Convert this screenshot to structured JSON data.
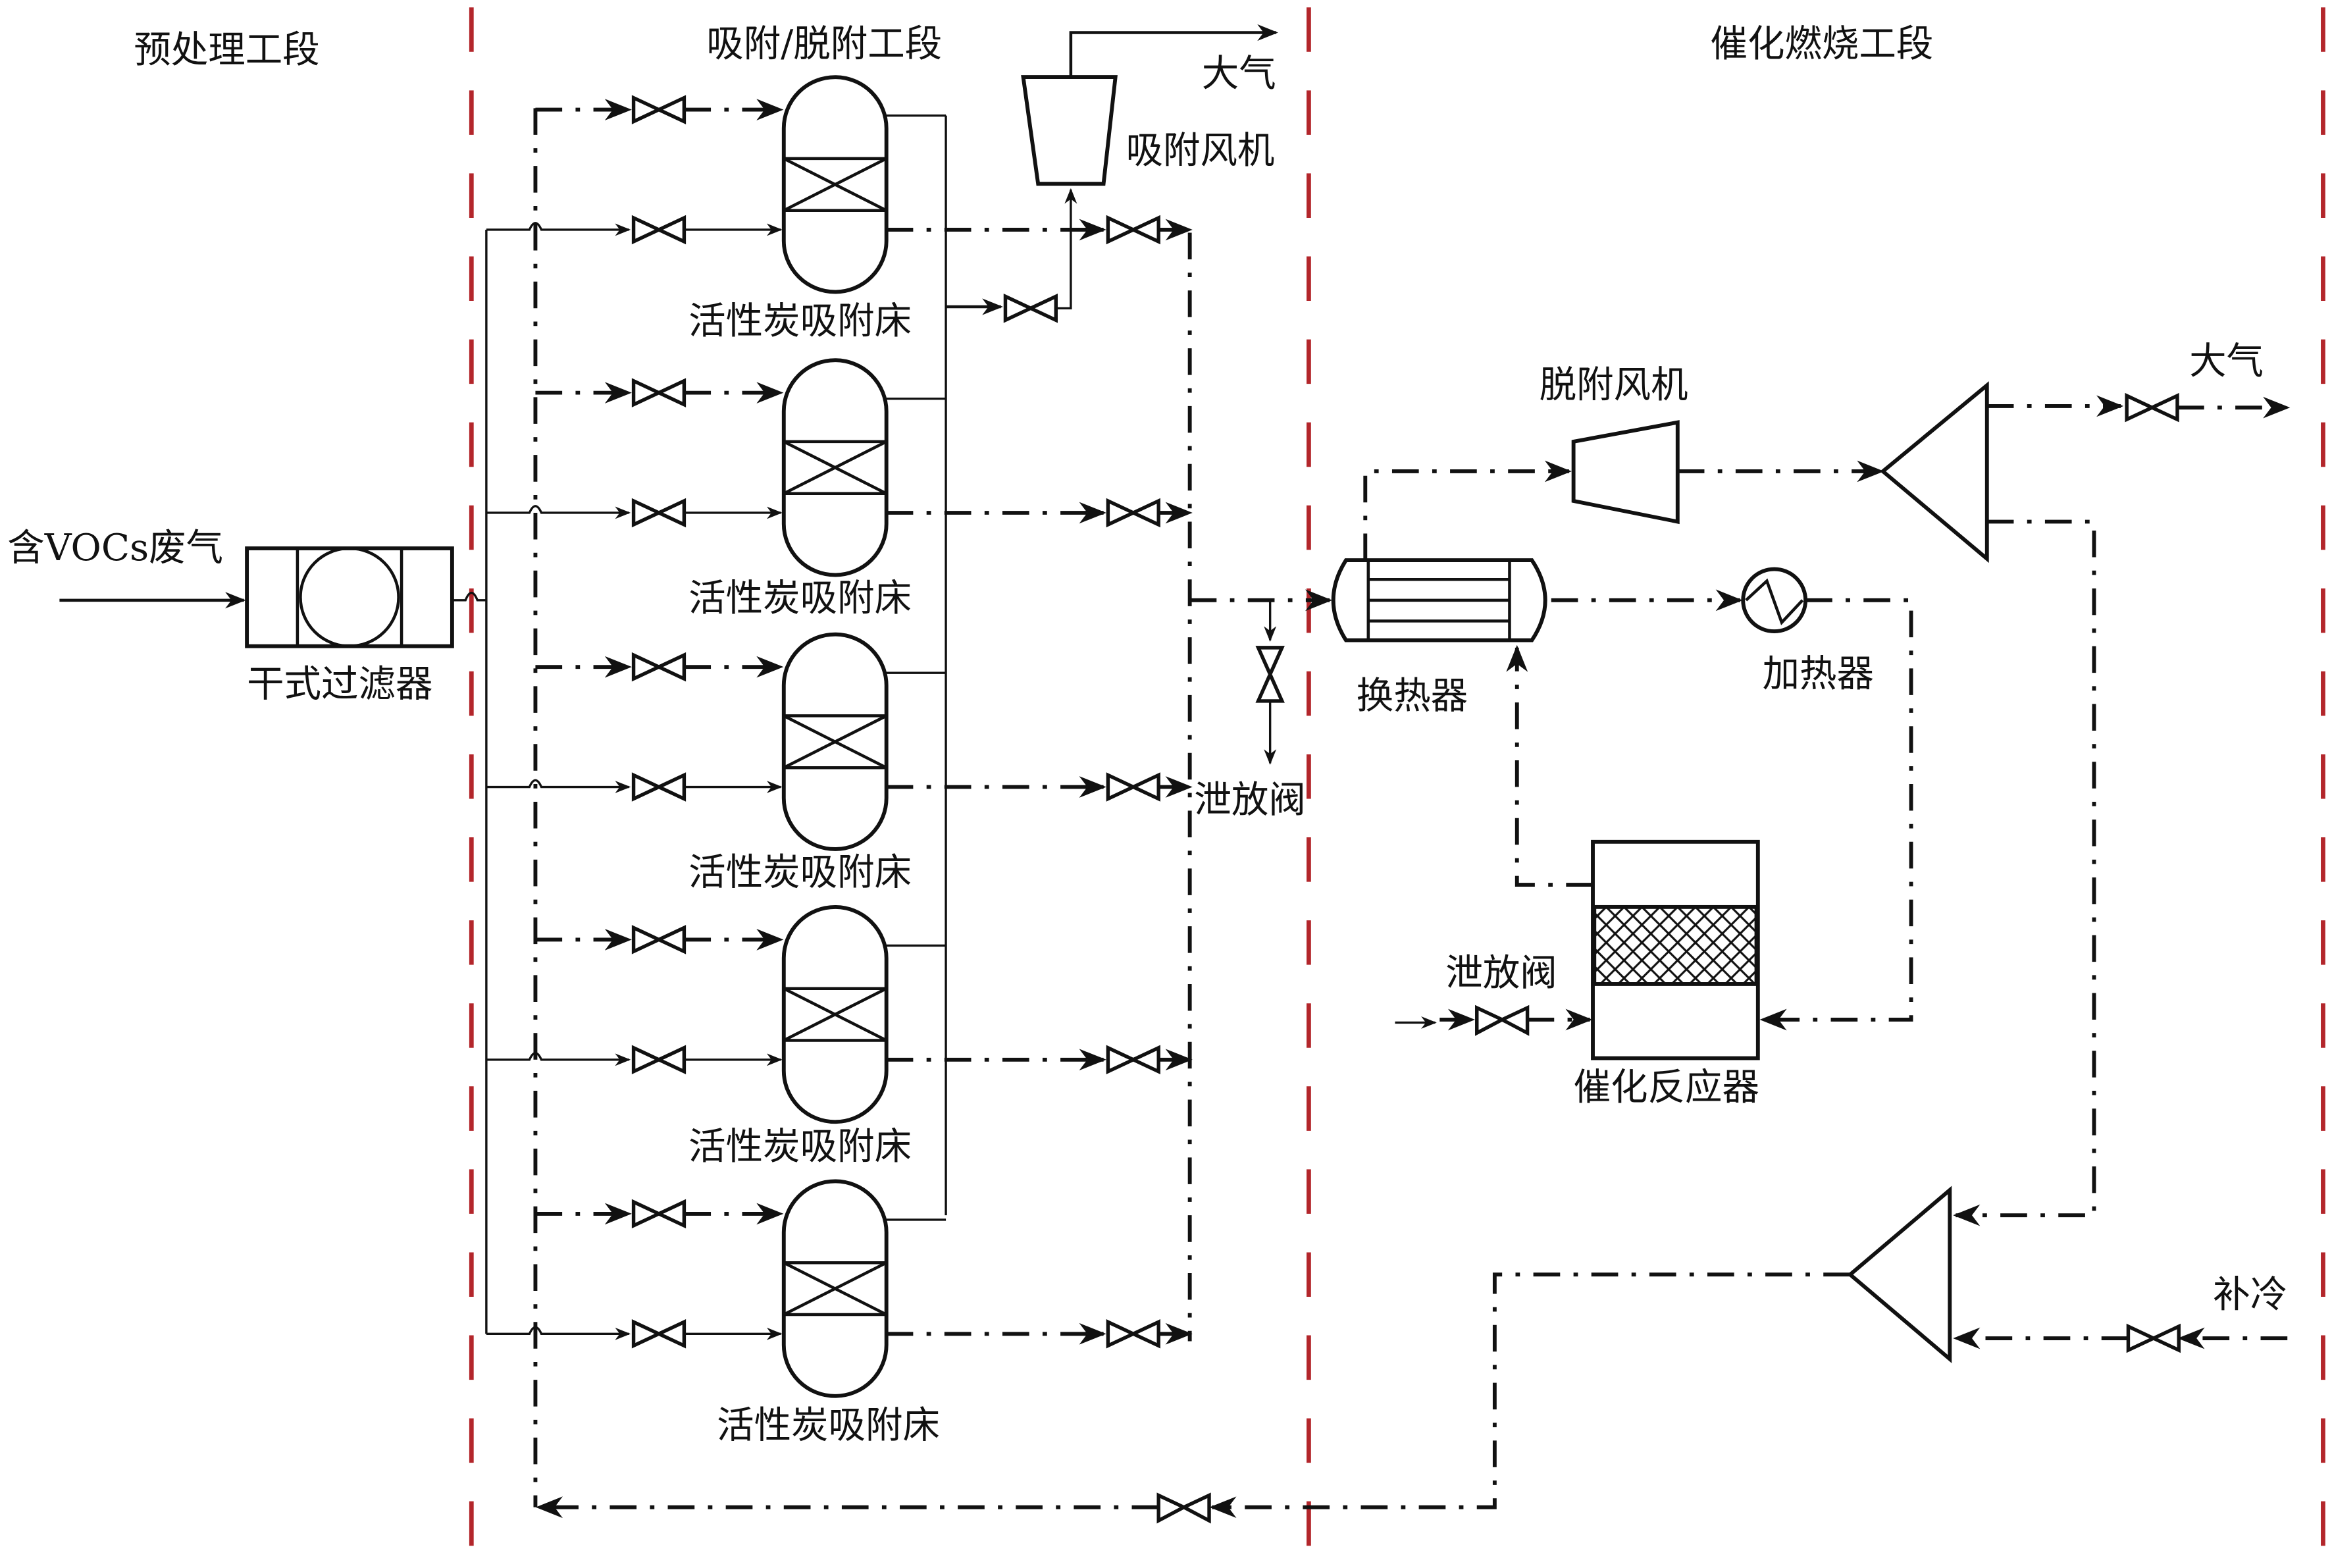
{
  "title": "VOCs吸附浓缩-催化燃烧工艺流程",
  "sections": {
    "pretreatment": "预处理工段",
    "adsorption": "吸附/脱附工段",
    "catalytic": "催化燃烧工段"
  },
  "labels": {
    "inlet_gas": "含VOCs废气",
    "dry_filter": "干式过滤器",
    "adsorption_bed": "活性炭吸附床",
    "adsorption_fan": "吸附风机",
    "atmosphere_top": "大气",
    "atmosphere_right": "大气",
    "relief_valve_mid": "泄放阀",
    "relief_valve_reactor": "泄放阀",
    "desorption_fan": "脱附风机",
    "heat_exchanger": "换热器",
    "heater": "加热器",
    "catalytic_reactor": "催化反应器",
    "make_up_cooling": "补冷"
  },
  "adsorption_beds_count": 5,
  "colors": {
    "boundary": "#b3262b",
    "line": "#111111"
  }
}
